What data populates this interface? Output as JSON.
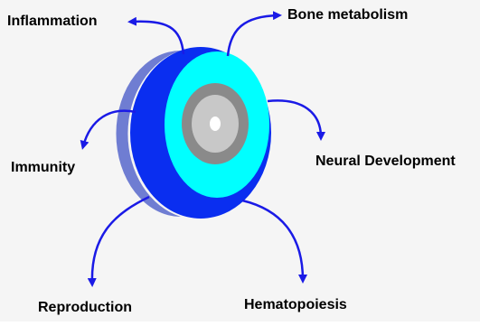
{
  "colors": {
    "background": "#f5f5f5",
    "arrow": "#1a1ae6",
    "outer_ring": "#0a2ef0",
    "outer_ring_dark": "#001ab4",
    "cyan_ring": "#00ffff",
    "gray_ring": "#8a8a8a",
    "inner_gray": "#c8c8c8",
    "center": "#ffffff"
  },
  "labels": {
    "inflammation": "Inflammation",
    "bone_metabolism": "Bone metabolism",
    "immunity": "Immunity",
    "neural_development": "Neural Development",
    "reproduction": "Reproduction",
    "hematopoiesis": "Hematopoiesis"
  }
}
